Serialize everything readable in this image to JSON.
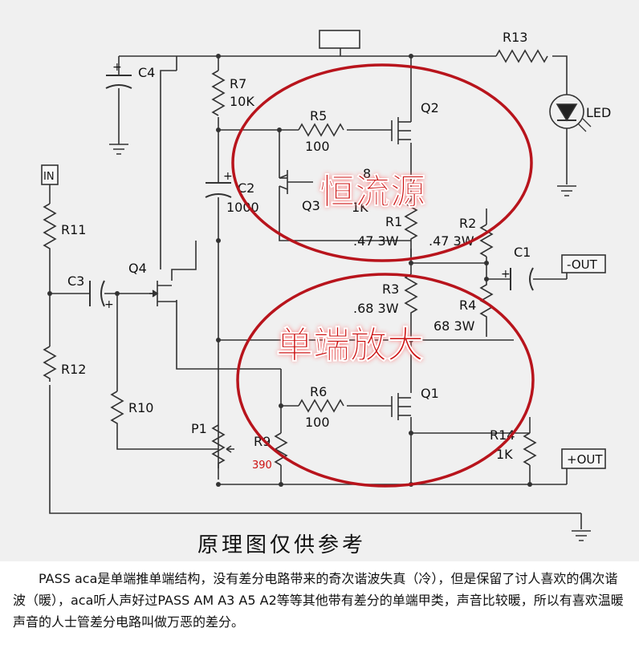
{
  "schematic": {
    "labels": {
      "c4": "C4",
      "r7": "R7",
      "r7v": "10K",
      "r13": "R13",
      "led": "LED",
      "q2": "Q2",
      "r5": "R5",
      "r5v": "100",
      "c2": "C2",
      "c2v": "1000",
      "q3": "Q3",
      "r8": "8",
      "r8v": "1K",
      "r1": "R1",
      "r1v": ".47 3W",
      "r2": "R2",
      "r2v": ".47 3W",
      "c1": "C1",
      "out_neg": "-OUT",
      "in": "IN",
      "r11": "R11",
      "c3": "C3",
      "q4": "Q4",
      "r3": "R3",
      "r3v": ".68 3W",
      "r4": "R4",
      "r4v": "68 3W",
      "r12": "R12",
      "r10": "R10",
      "r6": "R6",
      "r6v": "100",
      "q1": "Q1",
      "p1": "P1",
      "r9": "R9",
      "r9v": "390",
      "r14": "R14",
      "r14v": "1K",
      "out_pos": "+OUT",
      "plus_c4": "+",
      "plus_c2": "+",
      "plus_c1": "+",
      "plus_c3": "+"
    },
    "annotations": {
      "ccs": "恒流源",
      "se_amp": "单端放大",
      "caption": "原理图仅供参考"
    },
    "colors": {
      "wire": "#333333",
      "ellipse": "#b8141c",
      "red_text": "#cc1111",
      "bg": "#f0f0f0"
    }
  },
  "description": "PASS aca是单端推单端结构，没有差分电路带来的奇次谐波失真（冷），但是保留了讨人喜欢的偶次谐波（暖），aca听人声好过PASS AM A3 A5 A2等等其他带有差分的单端甲类，声音比较暖，所以有喜欢温暖声音的人士管差分电路叫做万恶的差分。"
}
